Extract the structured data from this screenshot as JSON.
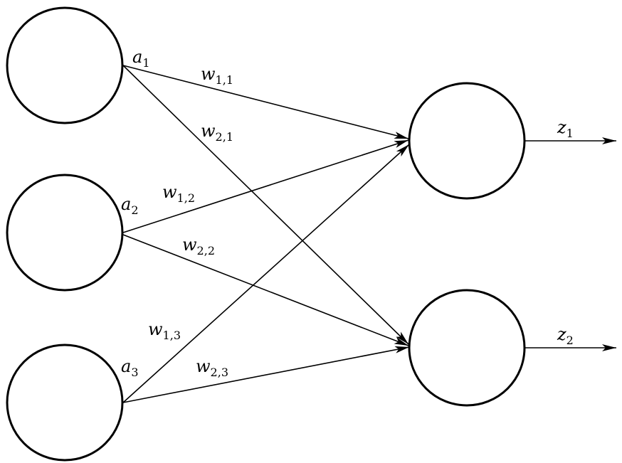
{
  "diagram": {
    "input_labels": [
      {
        "base": "a",
        "sub": "1"
      },
      {
        "base": "a",
        "sub": "2"
      },
      {
        "base": "a",
        "sub": "3"
      }
    ],
    "output_labels": [
      {
        "base": "z",
        "sub": "1"
      },
      {
        "base": "z",
        "sub": "2"
      }
    ],
    "weight_labels": [
      {
        "base": "w",
        "sub": "1,1"
      },
      {
        "base": "w",
        "sub": "2,1"
      },
      {
        "base": "w",
        "sub": "1,2"
      },
      {
        "base": "w",
        "sub": "2,2"
      },
      {
        "base": "w",
        "sub": "1,3"
      },
      {
        "base": "w",
        "sub": "2,3"
      }
    ]
  }
}
